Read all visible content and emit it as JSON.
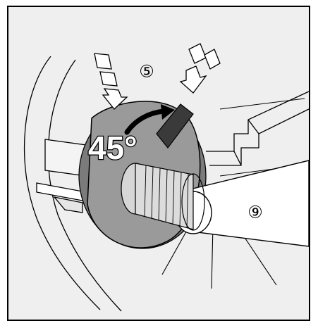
{
  "callouts": {
    "dial": "⑤",
    "shaft": "⑨"
  },
  "angle_label": "45°",
  "colors": {
    "background": "#efefef",
    "disc": "#9a9a9a",
    "shaft": "#ffffff",
    "knurl": "#dcdcdc",
    "outline": "#000000"
  },
  "icons": [
    "rotation-arrow-icon",
    "press-arrow-icon"
  ]
}
